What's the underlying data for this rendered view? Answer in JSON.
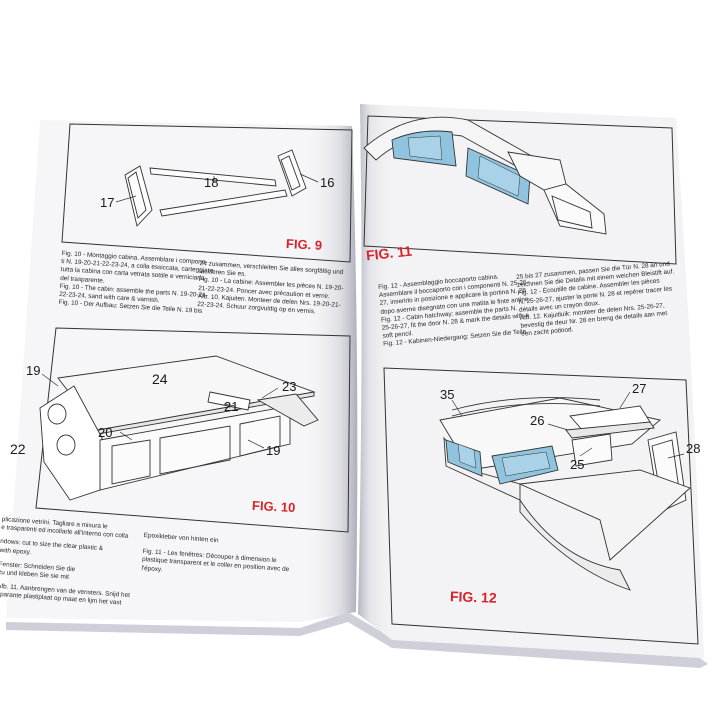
{
  "colors": {
    "figure_label": "#d8232a",
    "window_blue": "#8fc3de",
    "paper": "#f4f4f6",
    "page_edge": "#b8b8c4"
  },
  "left_page": {
    "fig9": {
      "title": "FIG. 9",
      "part_labels": [
        "18",
        "16",
        "17"
      ]
    },
    "fig9_text": {
      "col1": [
        "Fig. 10 - Montaggio cabina. Assemblare i compone-",
        "ti N. 19-20-21-22-23-24, a colla essiccata, carteggiare",
        "tutta la cabina con carta vetrata sottile e verniciarla",
        "del trasparente.",
        "Fig. 10 - The cabin: assemble the parts N. 19-20-21-",
        "22-23-24, sand with care & varnish.",
        "Fig. 10 - Der Aufbau: Setzen Sie die Teile N. 19 bis"
      ],
      "col2": [
        "24 zusammen, verschleifen Sie alles sorgfältig und",
        "lackieren Sie es.",
        "Fig. 10 - La cabine: Assembler les pièces N. 19-20-",
        "21-22-23-24. Poncer avec précaution et vernir.",
        "Afb. 10. Kajuiten. Monteer de delen Nrs. 19-20-21-",
        "22-23-24. Schuur zorgvuldig op en vernis."
      ]
    },
    "fig10": {
      "title": "FIG. 10",
      "part_labels": [
        "19",
        "24",
        "23",
        "21",
        "20",
        "22",
        "19"
      ]
    },
    "fig10_text": {
      "col1": [
        "plicazione vetrini. Tagliare a misura le",
        "e trasparenti ed incollarle all'interno con colla",
        "ndows: cut to size the clear plastic &",
        "with epoxy.",
        "Fenster: Schneiden Sie die",
        "zu und kleben Sie sie mit",
        "Afb. 11. Aanbrengen van de vensters. Snijd het",
        "oparante plastiplaat op maat en lijm het vast"
      ],
      "col2": [
        "Epoxikleber von hinten ein",
        "Fig. 11 - Les fenêtres: Découper à dimension le",
        "plastique transparent et le coller en position avec de",
        "l'époxy."
      ]
    }
  },
  "right_page": {
    "fig11": {
      "title": "FIG. 11"
    },
    "fig11_text": {
      "col1": [
        "Fig. 12 - Assemblaggio boccaporto cabina.",
        "Assemblare il boccaporto con i componenti N. 25-26-",
        "27, inserirlo in posizione e applicare la portina N. 28",
        "dopo averne disegnato con una matita le finte antine.",
        "Fig. 12 - Cabin hatchway: assemble the parts N.",
        "25-26-27, fit the door N. 28 & mark the details with a",
        "soft pencil.",
        "Fig. 12 - Kabinen-Niedergang: Setzen Sie die Teile"
      ],
      "col2": [
        "25 bis 27 zusammen, passen Sie die Tür N. 28 an und",
        "zeichnen Sie die Details mit einem weichen Bleistift auf.",
        "Fig. 12 - Écoutille de cabine. Assembler les pièces",
        "N. 25-26-27, ajuster la porte N. 28 et repérer tracer les",
        "détails avec un crayon doux.",
        "Afb. 12. Kajuitluik: monteer de delen Nrs. 25-26-27,",
        "bevestig de deur Nr. 28 en breng de details aan met",
        "een zacht potlood."
      ]
    },
    "fig12": {
      "title": "FIG. 12",
      "part_labels": [
        "35",
        "27",
        "26",
        "28",
        "25"
      ]
    }
  }
}
